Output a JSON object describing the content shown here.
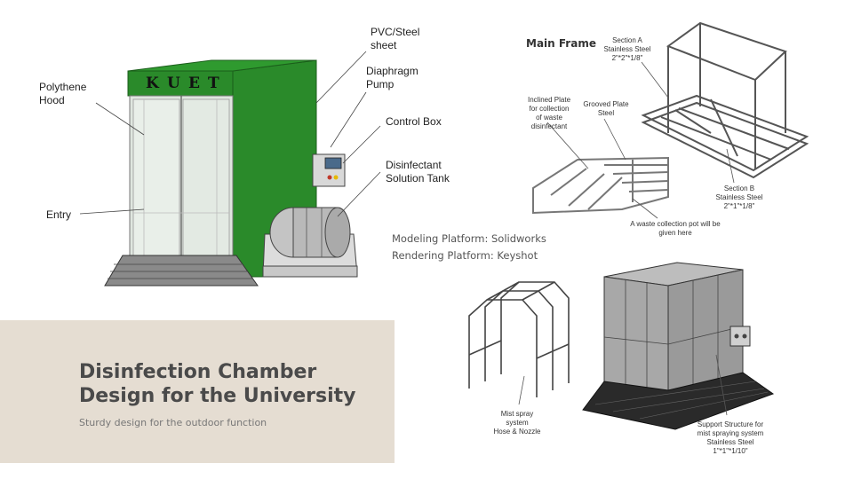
{
  "slide": {
    "title_line1": "Disinfection Chamber",
    "title_line2": "Design for the University",
    "subtitle": "Sturdy design for the outdoor function"
  },
  "platforms": {
    "modeling": "Modeling Platform: Solidworks",
    "rendering": "Rendering Platform:  Keyshot"
  },
  "chamber": {
    "sign_letters": [
      "K",
      "U",
      "E",
      "T"
    ],
    "labels": {
      "hood_1": "Polythene",
      "hood_2": "Hood",
      "entry": "Entry",
      "sheet_1": "PVC/Steel",
      "sheet_2": "sheet",
      "pump_1": "Diaphragm",
      "pump_2": "Pump",
      "control_box": "Control Box",
      "tank_1": "Disinfectant",
      "tank_2": "Solution Tank"
    }
  },
  "main_frame": {
    "title": "Main Frame",
    "section_a_1": "Section A",
    "section_a_2": "Stainless Steel",
    "section_a_3": "2\"*2\"*1/8\"",
    "inclined_1": "Inclined Plate",
    "inclined_2": "for collection",
    "inclined_3": "of waste",
    "inclined_4": "disinfectant",
    "grooved_1": "Grooved Plate",
    "grooved_2": "Steel",
    "section_b_1": "Section B",
    "section_b_2": "Stainless Steel",
    "section_b_3": "2\"*1\"*1/8\"",
    "waste_1": "A waste collection pot will be",
    "waste_2": "given here"
  },
  "mist": {
    "label_1": "Mist spray",
    "label_2": "system",
    "label_3": "Hose & Nozzle"
  },
  "support": {
    "label_1": "Support Structure for",
    "label_2": "mist spraying system",
    "label_3": "Stainless Steel",
    "label_4": "1\"*1\"*1/10\""
  },
  "colors": {
    "chamber_green": "#2a8a2a",
    "chamber_green_dark": "#1f6e1f",
    "title_panel": "#e5ddd2",
    "title_text": "#4a4a4a"
  }
}
